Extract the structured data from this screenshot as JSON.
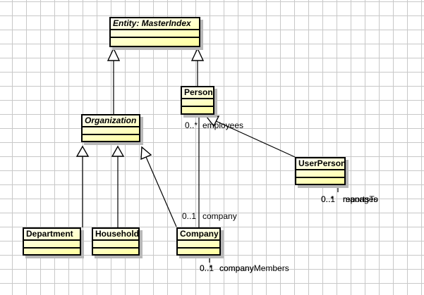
{
  "diagram": {
    "classes": {
      "entity": {
        "name": "Entity: MasterIndex",
        "abstract": true
      },
      "person": {
        "name": "Person",
        "abstract": false
      },
      "organization": {
        "name": "Organization",
        "abstract": true
      },
      "userperson": {
        "name": "UserPerson",
        "abstract": false
      },
      "department": {
        "name": "Department",
        "abstract": false
      },
      "household": {
        "name": "Household",
        "abstract": false
      },
      "company": {
        "name": "Company",
        "abstract": false
      }
    },
    "generalizations": [
      "Organization -> Entity: MasterIndex",
      "Person -> Entity: MasterIndex",
      "Department -> Organization",
      "Household -> Organization",
      "Company -> Organization",
      "UserPerson -> Person"
    ],
    "associations": {
      "company_person": {
        "person_end": {
          "multiplicity": "0..*",
          "role": "employees"
        },
        "company_end": {
          "multiplicity": "0..1",
          "role": "company"
        }
      },
      "userperson_manages": {
        "end_a": {
          "multiplicity": "0..*",
          "role": "manages"
        },
        "end_b": {
          "multiplicity": "0..1",
          "role": "reportsTo"
        }
      },
      "company_members": {
        "end_a": {
          "multiplicity": "0..*",
          "role": "companyMembers"
        },
        "end_b": {
          "multiplicity": "0..1",
          "role": "company"
        }
      }
    }
  }
}
